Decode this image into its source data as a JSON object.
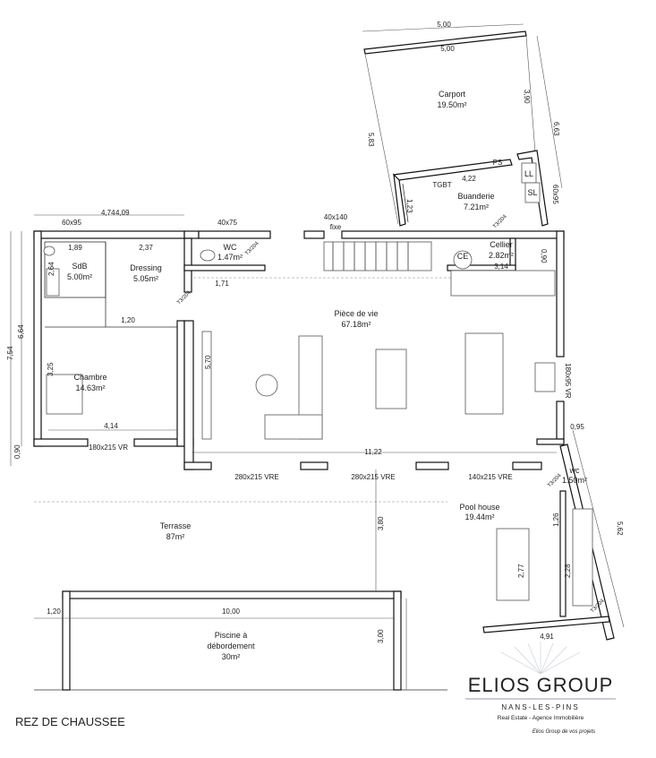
{
  "title": "REZ DE CHAUSSEE",
  "rooms": {
    "carport": {
      "name": "Carport",
      "area": "19.50m²"
    },
    "buanderie": {
      "name": "Buanderie",
      "area": "7.21m²"
    },
    "cellier": {
      "name": "Cellier",
      "area": "2.82m²"
    },
    "wc1": {
      "name": "WC",
      "area": "1.47m²"
    },
    "sdb": {
      "name": "SdB",
      "area": "5.00m²"
    },
    "dressing": {
      "name": "Dressing",
      "area": "5.05m²"
    },
    "chambre": {
      "name": "Chambre",
      "area": "14.63m²"
    },
    "piece_de_vie": {
      "name": "Pièce de vie",
      "area": "67.18m²"
    },
    "wc2": {
      "name": "wc",
      "area": "1.50m²"
    },
    "pool_house": {
      "name": "Pool house",
      "area": "19.44m²"
    },
    "terrasse": {
      "name": "Terrasse",
      "area": "87m²"
    },
    "piscine": {
      "line1": "Piscine à",
      "line2": "débordement",
      "area": "30m²"
    }
  },
  "equipment": {
    "ll": "LL",
    "sl": "SL",
    "ps": "PS",
    "tgbt": "TGBT",
    "ce": "CE",
    "door_a": "T3/204",
    "door_b": "T3/204",
    "door_c": "T3/204",
    "door_d": "T3/204",
    "door_e": "T3/204"
  },
  "dimensions": {
    "carport_top_outer": "5,00",
    "carport_top_inner": "5,00",
    "carport_side_390": "3,90",
    "carport_side_663": "6,63",
    "carport_side_583": "5,83",
    "buanderie_422": "4,22",
    "buanderie_123": "1,23",
    "window_6095_right": "60x95",
    "top_474": "4,74",
    "top_409": "4,09",
    "window_6095_left": "60x95",
    "window_4075": "40x75",
    "window_40140": "40x140",
    "window_40140_fixe": "fixe",
    "sdb_189": "1,89",
    "dressing_237": "2,37",
    "cellier_314": "3,14",
    "cellier_090": "0,90",
    "wc_171": "1,71",
    "sdb_264": "2,64",
    "dressing_120": "1,20",
    "left_754": "7,54",
    "left_664": "6,64",
    "chambre_325": "3,25",
    "vie_570": "5,70",
    "window_18095vr": "180x95 VR",
    "chambre_414": "4,14",
    "window_180215vr": "180x215 VR",
    "left_090": "0,90",
    "vie_1122": "11,22",
    "door_280215vre_1": "280x215 VRE",
    "door_280215vre_2": "280x215 VRE",
    "door_140215vre": "140x215 VRE",
    "pool_095": "0,95",
    "pool_562": "5,62",
    "pool_126": "1,26",
    "pool_277": "2,77",
    "pool_228": "2,28",
    "pool_491": "4,91",
    "terrasse_380": "3,80",
    "piscine_120": "1,20",
    "piscine_1000": "10,00",
    "piscine_300": "3,00"
  },
  "logo": {
    "name": "ELIOS GROUP",
    "location": "NANS-LES-PINS",
    "tagline": "Real Estate - Agence Immobilière",
    "signature": "Elios Group de vos projets"
  }
}
